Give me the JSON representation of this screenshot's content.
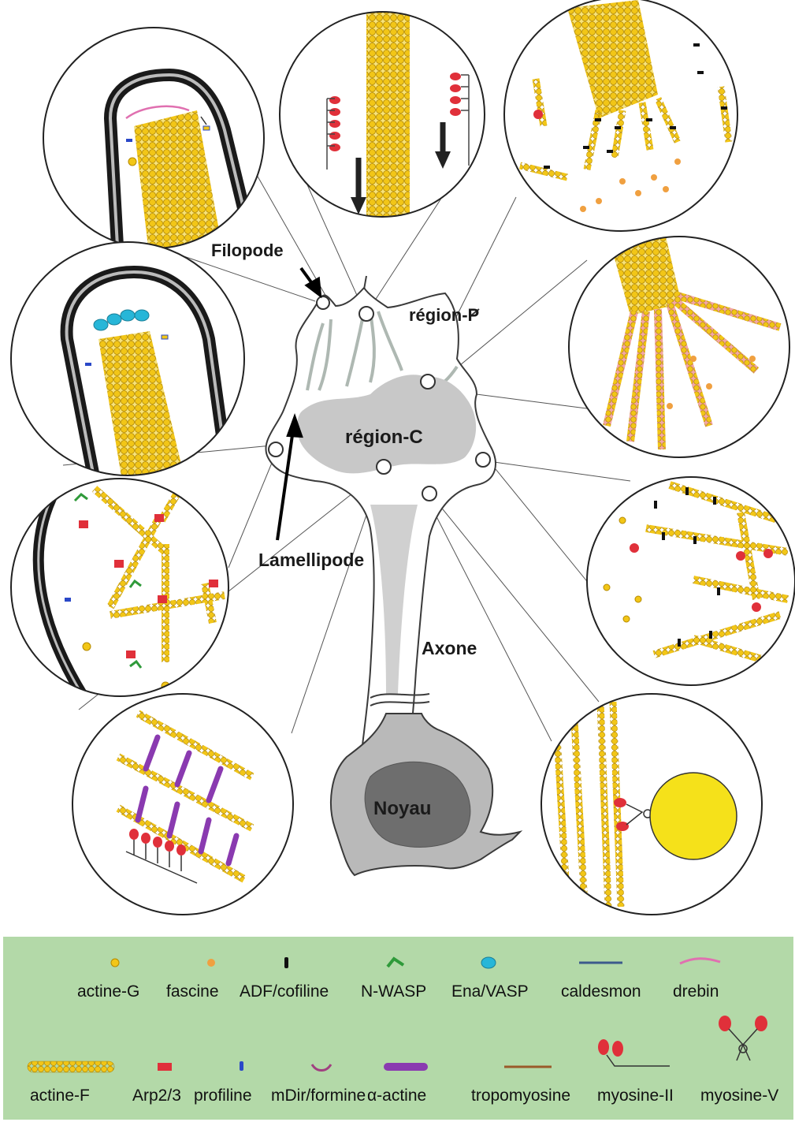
{
  "labels": {
    "filopode": "Filopode",
    "region_p": "région-P",
    "region_c": "région-C",
    "lamellipode": "Lamellipode",
    "axone": "Axone",
    "noyau": "Noyau"
  },
  "legend": {
    "row1": [
      {
        "label": "actine-G",
        "icon": "actine-g-icon"
      },
      {
        "label": "fascine",
        "icon": "fascine-icon"
      },
      {
        "label": "ADF/cofiline",
        "icon": "adf-cofiline-icon"
      },
      {
        "label": "N-WASP",
        "icon": "n-wasp-icon"
      },
      {
        "label": "Ena/VASP",
        "icon": "ena-vasp-icon"
      },
      {
        "label": "caldesmon",
        "icon": "caldesmon-icon"
      },
      {
        "label": "drebin",
        "icon": "drebin-icon"
      }
    ],
    "row2": [
      {
        "label": "actine-F",
        "icon": "actine-f-icon"
      },
      {
        "label": "Arp2/3",
        "icon": "arp23-icon"
      },
      {
        "label": "profiline",
        "icon": "profiline-icon"
      },
      {
        "label": "mDir/formine",
        "icon": "mdia-formine-icon"
      },
      {
        "label": "α-actine",
        "icon": "alpha-actine-icon"
      },
      {
        "label": "tropomyosine",
        "icon": "tropomyosine-icon"
      },
      {
        "label": "myosine-II",
        "icon": "myosine-ii-icon"
      },
      {
        "label": "myosine-V",
        "icon": "myosine-v-icon"
      }
    ]
  },
  "colors": {
    "actin": "#f2c617",
    "actin_edge": "#b58a00",
    "arp": "#e0303a",
    "fascin": "#f0a040",
    "cofilin": "#111111",
    "nwasp": "#2f9a3a",
    "vasp": "#27b6d8",
    "caldesmon": "#3c5a8c",
    "drebin": "#e070b0",
    "profilin": "#2a48c8",
    "formin": "#a04080",
    "alpha_actinin": "#8a3ab0",
    "tropomyosin": "#9a5a2a",
    "cell_grey": "#c8c8c8",
    "nucleus": "#6e6e6e",
    "legend_bg": "#b3d9a8"
  }
}
